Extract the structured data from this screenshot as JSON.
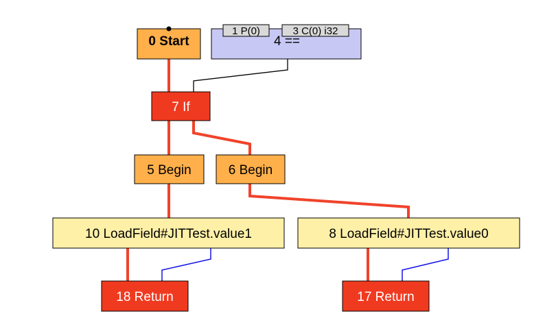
{
  "colors": {
    "control": "#f0432a",
    "data": "#000000",
    "memory": "#1414e6",
    "start": "#ffb04b",
    "begin": "#ffb04b",
    "if_node": "#f03a20",
    "return_node": "#f03a20",
    "compare": "#c8c8f5",
    "load": "#fff0a8",
    "input_tab": "#d9d9d9"
  },
  "nodes": {
    "start": {
      "label": "0 Start"
    },
    "compare": {
      "label": "4 ==",
      "inputs": [
        "1 P(0)",
        "3 C(0) i32"
      ]
    },
    "if": {
      "label": "7 If"
    },
    "begin5": {
      "label": "5 Begin"
    },
    "begin6": {
      "label": "6 Begin"
    },
    "load1": {
      "label": "10 LoadField#JITTest.value1"
    },
    "load0": {
      "label": "8 LoadField#JITTest.value0"
    },
    "return18": {
      "label": "18 Return"
    },
    "return17": {
      "label": "17 Return"
    }
  }
}
